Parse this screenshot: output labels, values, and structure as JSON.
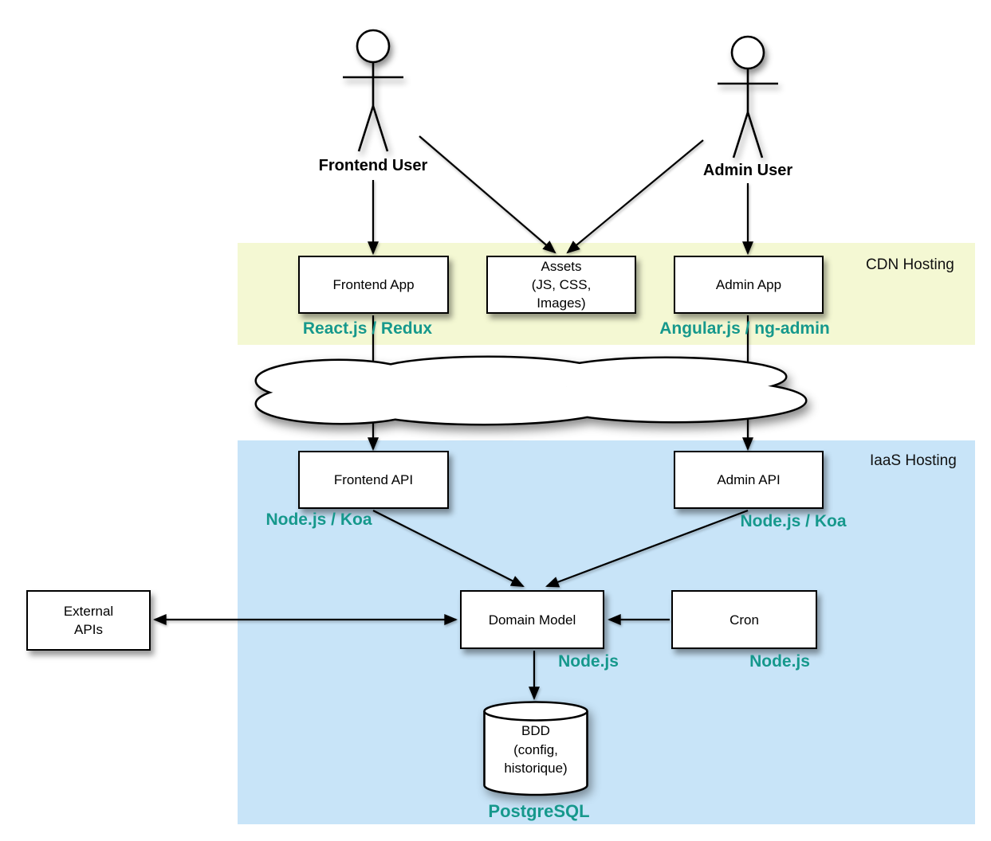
{
  "colors": {
    "accent_teal": "#16988c",
    "cdn_bg": "#f4f8d3",
    "iaas_bg": "#c8e4f8",
    "box_border": "#000000"
  },
  "actors": {
    "frontend_user": {
      "label": "Frontend User"
    },
    "admin_user": {
      "label": "Admin User"
    }
  },
  "regions": {
    "cdn": {
      "label": "CDN Hosting"
    },
    "iaas": {
      "label": "IaaS Hosting"
    }
  },
  "nodes": {
    "frontend_app": {
      "label": "Frontend App",
      "tech": "React.js / Redux"
    },
    "assets": {
      "label": "Assets\n(JS, CSS,\nImages)"
    },
    "admin_app": {
      "label": "Admin App",
      "tech": "Angular.js / ng-admin"
    },
    "frontend_api": {
      "label": "Frontend API",
      "tech": "Node.js / Koa"
    },
    "admin_api": {
      "label": "Admin API",
      "tech": "Node.js / Koa"
    },
    "external_apis": {
      "label": "External\nAPIs"
    },
    "domain_model": {
      "label": "Domain Model",
      "tech": "Node.js"
    },
    "cron": {
      "label": "Cron",
      "tech": "Node.js"
    },
    "database": {
      "label": "BDD\n(config,\nhistorique)",
      "tech": "PostgreSQL"
    }
  }
}
